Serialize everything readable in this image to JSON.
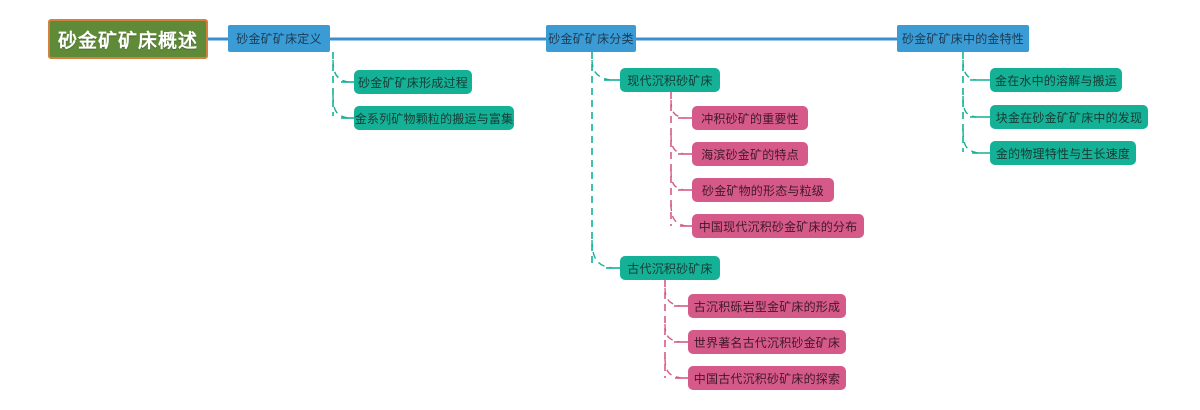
{
  "diagram": {
    "type": "mind-map",
    "title": "砂金矿矿床概述",
    "colors": {
      "root_fill": "#5f8a38",
      "root_border": "#d2823c",
      "main_fill": "#3b9bd5",
      "teal_fill": "#14b196",
      "pink_fill": "#d65a89",
      "background": "#ffffff"
    }
  },
  "root": {
    "label": "砂金矿矿床概述"
  },
  "branches": [
    {
      "label": "砂金矿矿床定义",
      "children": [
        {
          "label": "砂金矿矿床形成过程"
        },
        {
          "label": "金系列矿物颗粒的搬运与富集"
        }
      ]
    },
    {
      "label": "砂金矿矿床分类",
      "children": [
        {
          "label": "现代沉积砂矿床",
          "children": [
            {
              "label": "冲积砂矿的重要性"
            },
            {
              "label": "海滨砂金矿的特点"
            },
            {
              "label": "砂金矿物的形态与粒级"
            },
            {
              "label": "中国现代沉积砂金矿床的分布"
            }
          ]
        },
        {
          "label": "古代沉积砂矿床",
          "children": [
            {
              "label": "古沉积砾岩型金矿床的形成"
            },
            {
              "label": "世界著名古代沉积砂金矿床"
            },
            {
              "label": "中国古代沉积砂矿床的探索"
            }
          ]
        }
      ]
    },
    {
      "label": "砂金矿矿床中的金特性",
      "children": [
        {
          "label": "金在水中的溶解与搬运"
        },
        {
          "label": "块金在砂金矿矿床中的发现"
        },
        {
          "label": "金的物理特性与生长速度"
        }
      ]
    }
  ]
}
